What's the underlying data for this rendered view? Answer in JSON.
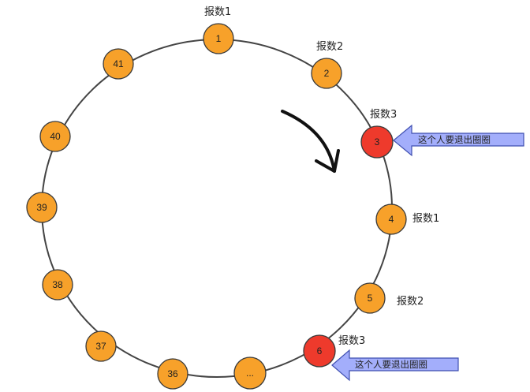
{
  "colors": {
    "node_fill": "#f7a12a",
    "node_stroke": "#3a3a3a",
    "eliminated_fill": "#ee3a2c",
    "circle_stroke": "#444444",
    "callout_fill": "#a3aefb",
    "callout_stroke": "#3f4fb0",
    "rotation_arrow": "#111111"
  },
  "nodes": [
    {
      "label": "1",
      "state": "normal"
    },
    {
      "label": "2",
      "state": "normal"
    },
    {
      "label": "3",
      "state": "eliminated"
    },
    {
      "label": "4",
      "state": "normal"
    },
    {
      "label": "5",
      "state": "normal"
    },
    {
      "label": "6",
      "state": "eliminated"
    },
    {
      "label": "...",
      "state": "normal"
    },
    {
      "label": "36",
      "state": "normal"
    },
    {
      "label": "37",
      "state": "normal"
    },
    {
      "label": "38",
      "state": "normal"
    },
    {
      "label": "39",
      "state": "normal"
    },
    {
      "label": "40",
      "state": "normal"
    },
    {
      "label": "41",
      "state": "normal"
    }
  ],
  "count_labels": [
    "报数1",
    "报数2",
    "报数3",
    "报数1",
    "报数2",
    "报数3"
  ],
  "callouts": [
    "这个人要退出圈圈",
    "这个人要退出圈圈"
  ],
  "rotation_arrow_icon": "clockwise-arrow-icon"
}
